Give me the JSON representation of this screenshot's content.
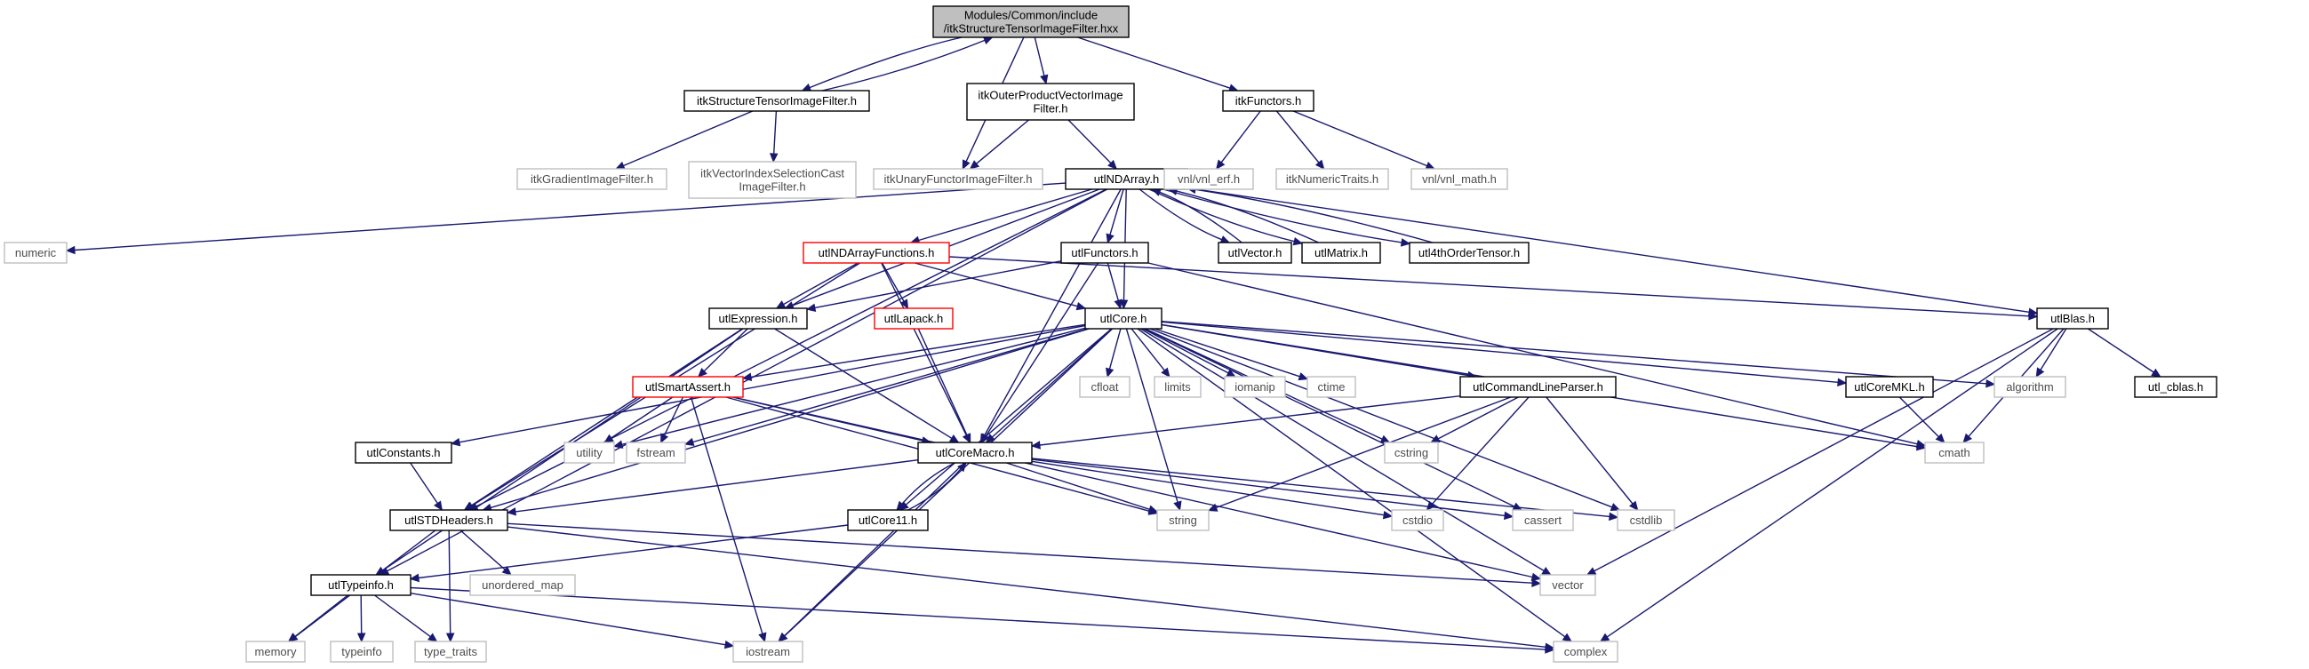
{
  "colors": {
    "edge": "#191970",
    "node_fill_root": "#bfbfbf",
    "node_fill": "#ffffff",
    "node_border_normal": "#000000",
    "node_border_truncated": "#ff0000",
    "node_border_external": "#bfbfbf",
    "text_normal": "#000000",
    "text_external": "#4d4d4d"
  },
  "nodes": [
    {
      "id": "root",
      "kind": "root",
      "lines": [
        "Modules/Common/include",
        "/itkStructureTensorImageFilter.hxx"
      ]
    },
    {
      "id": "stif",
      "kind": "normal",
      "lines": [
        "itkStructureTensorImageFilter.h"
      ]
    },
    {
      "id": "opvf",
      "kind": "normal",
      "lines": [
        "itkOuterProductVectorImage",
        "Filter.h"
      ]
    },
    {
      "id": "functors",
      "kind": "normal",
      "lines": [
        "itkFunctors.h"
      ]
    },
    {
      "id": "grad",
      "kind": "external",
      "lines": [
        "itkGradientImageFilter.h"
      ]
    },
    {
      "id": "visc",
      "kind": "external",
      "lines": [
        "itkVectorIndexSelectionCast",
        "ImageFilter.h"
      ]
    },
    {
      "id": "unary",
      "kind": "external",
      "lines": [
        "itkUnaryFunctorImageFilter.h"
      ]
    },
    {
      "id": "nda",
      "kind": "normal",
      "lines": [
        "utlNDArray.h"
      ]
    },
    {
      "id": "vnl_erf",
      "kind": "external",
      "lines": [
        "vnl/vnl_erf.h"
      ]
    },
    {
      "id": "numtraits",
      "kind": "external",
      "lines": [
        "itkNumericTraits.h"
      ]
    },
    {
      "id": "vnl_math",
      "kind": "external",
      "lines": [
        "vnl/vnl_math.h"
      ]
    },
    {
      "id": "numeric",
      "kind": "external",
      "lines": [
        "numeric"
      ]
    },
    {
      "id": "ndaf",
      "kind": "truncated",
      "lines": [
        "utlNDArrayFunctions.h"
      ]
    },
    {
      "id": "ufunctors",
      "kind": "normal",
      "lines": [
        "utlFunctors.h"
      ]
    },
    {
      "id": "uvector",
      "kind": "normal",
      "lines": [
        "utlVector.h"
      ]
    },
    {
      "id": "umatrix",
      "kind": "normal",
      "lines": [
        "utlMatrix.h"
      ]
    },
    {
      "id": "u4th",
      "kind": "normal",
      "lines": [
        "utl4thOrderTensor.h"
      ]
    },
    {
      "id": "uexpr",
      "kind": "normal",
      "lines": [
        "utlExpression.h"
      ]
    },
    {
      "id": "ulapack",
      "kind": "truncated",
      "lines": [
        "utlLapack.h"
      ]
    },
    {
      "id": "ucore",
      "kind": "normal",
      "lines": [
        "utlCore.h"
      ]
    },
    {
      "id": "ublas",
      "kind": "normal",
      "lines": [
        "utlBlas.h"
      ]
    },
    {
      "id": "usmart",
      "kind": "truncated",
      "lines": [
        "utlSmartAssert.h"
      ]
    },
    {
      "id": "cfloat",
      "kind": "external",
      "lines": [
        "cfloat"
      ]
    },
    {
      "id": "limits",
      "kind": "external",
      "lines": [
        "limits"
      ]
    },
    {
      "id": "iomanip",
      "kind": "external",
      "lines": [
        "iomanip"
      ]
    },
    {
      "id": "ctime",
      "kind": "external",
      "lines": [
        "ctime"
      ]
    },
    {
      "id": "ucmd",
      "kind": "normal",
      "lines": [
        "utlCommandLineParser.h"
      ]
    },
    {
      "id": "ucoremkl",
      "kind": "normal",
      "lines": [
        "utlCoreMKL.h"
      ]
    },
    {
      "id": "algorithm",
      "kind": "external",
      "lines": [
        "algorithm"
      ]
    },
    {
      "id": "ucblas",
      "kind": "normal",
      "lines": [
        "utl_cblas.h"
      ]
    },
    {
      "id": "uconst",
      "kind": "normal",
      "lines": [
        "utlConstants.h"
      ]
    },
    {
      "id": "utility",
      "kind": "external",
      "lines": [
        "utility"
      ]
    },
    {
      "id": "fstream",
      "kind": "external",
      "lines": [
        "fstream"
      ]
    },
    {
      "id": "ucoremacro",
      "kind": "normal",
      "lines": [
        "utlCoreMacro.h"
      ]
    },
    {
      "id": "cstring",
      "kind": "external",
      "lines": [
        "cstring"
      ]
    },
    {
      "id": "cmath",
      "kind": "external",
      "lines": [
        "cmath"
      ]
    },
    {
      "id": "ustd",
      "kind": "normal",
      "lines": [
        "utlSTDHeaders.h"
      ]
    },
    {
      "id": "ucore11",
      "kind": "normal",
      "lines": [
        "utlCore11.h"
      ]
    },
    {
      "id": "string",
      "kind": "external",
      "lines": [
        "string"
      ]
    },
    {
      "id": "cstdio",
      "kind": "external",
      "lines": [
        "cstdio"
      ]
    },
    {
      "id": "cassert",
      "kind": "external",
      "lines": [
        "cassert"
      ]
    },
    {
      "id": "cstdlib",
      "kind": "external",
      "lines": [
        "cstdlib"
      ]
    },
    {
      "id": "unordered_map",
      "kind": "external",
      "lines": [
        "unordered_map"
      ]
    },
    {
      "id": "utypeinfo",
      "kind": "normal",
      "lines": [
        "utlTypeinfo.h"
      ]
    },
    {
      "id": "vector",
      "kind": "external",
      "lines": [
        "vector"
      ]
    },
    {
      "id": "memory",
      "kind": "external",
      "lines": [
        "memory"
      ]
    },
    {
      "id": "typeinfo",
      "kind": "external",
      "lines": [
        "typeinfo"
      ]
    },
    {
      "id": "type_traits",
      "kind": "external",
      "lines": [
        "type_traits"
      ]
    },
    {
      "id": "iostream",
      "kind": "external",
      "lines": [
        "iostream"
      ]
    },
    {
      "id": "complex",
      "kind": "external",
      "lines": [
        "complex"
      ]
    }
  ],
  "edges": [
    [
      "root",
      "stif"
    ],
    [
      "root",
      "opvf"
    ],
    [
      "root",
      "functors"
    ],
    [
      "root",
      "unary"
    ],
    [
      "stif",
      "root"
    ],
    [
      "stif",
      "grad"
    ],
    [
      "stif",
      "visc"
    ],
    [
      "opvf",
      "unary"
    ],
    [
      "opvf",
      "nda"
    ],
    [
      "functors",
      "vnl_erf"
    ],
    [
      "functors",
      "numtraits"
    ],
    [
      "functors",
      "vnl_math"
    ],
    [
      "nda",
      "numeric"
    ],
    [
      "nda",
      "ndaf"
    ],
    [
      "nda",
      "ufunctors"
    ],
    [
      "nda",
      "uvector"
    ],
    [
      "nda",
      "umatrix"
    ],
    [
      "nda",
      "u4th"
    ],
    [
      "nda",
      "uexpr"
    ],
    [
      "nda",
      "ucore"
    ],
    [
      "nda",
      "ublas"
    ],
    [
      "nda",
      "ucoremacro"
    ],
    [
      "nda",
      "ustd"
    ],
    [
      "nda",
      "utypeinfo"
    ],
    [
      "uvector",
      "nda"
    ],
    [
      "umatrix",
      "nda"
    ],
    [
      "u4th",
      "nda"
    ],
    [
      "ndaf",
      "uexpr"
    ],
    [
      "ndaf",
      "ulapack"
    ],
    [
      "ndaf",
      "ucore"
    ],
    [
      "ndaf",
      "ublas"
    ],
    [
      "ndaf",
      "ucoremacro"
    ],
    [
      "ndaf",
      "ustd"
    ],
    [
      "ufunctors",
      "uexpr"
    ],
    [
      "ufunctors",
      "ucore"
    ],
    [
      "ufunctors",
      "ucoremacro"
    ],
    [
      "ufunctors",
      "cmath"
    ],
    [
      "uexpr",
      "usmart"
    ],
    [
      "uexpr",
      "ucoremacro"
    ],
    [
      "uexpr",
      "ustd"
    ],
    [
      "uexpr",
      "utypeinfo"
    ],
    [
      "ulapack",
      "ucoremacro"
    ],
    [
      "ucore",
      "usmart"
    ],
    [
      "ucore",
      "cfloat"
    ],
    [
      "ucore",
      "limits"
    ],
    [
      "ucore",
      "iomanip"
    ],
    [
      "ucore",
      "ctime"
    ],
    [
      "ucore",
      "ucmd"
    ],
    [
      "ucore",
      "ucoremkl"
    ],
    [
      "ucore",
      "algorithm"
    ],
    [
      "ucore",
      "uconst"
    ],
    [
      "ucore",
      "utility"
    ],
    [
      "ucore",
      "fstream"
    ],
    [
      "ucore",
      "ucoremacro"
    ],
    [
      "ucore",
      "cstring"
    ],
    [
      "ucore",
      "cmath"
    ],
    [
      "ucore",
      "ustd"
    ],
    [
      "ucore",
      "ucore11"
    ],
    [
      "ucore",
      "string"
    ],
    [
      "ucore",
      "cassert"
    ],
    [
      "ucore",
      "cstdlib"
    ],
    [
      "ucore",
      "vector"
    ],
    [
      "ucore",
      "iostream"
    ],
    [
      "ucore",
      "complex"
    ],
    [
      "ublas",
      "algorithm"
    ],
    [
      "ublas",
      "ucblas"
    ],
    [
      "ublas",
      "cmath"
    ],
    [
      "ublas",
      "vector"
    ],
    [
      "ublas",
      "complex"
    ],
    [
      "usmart",
      "utility"
    ],
    [
      "usmart",
      "fstream"
    ],
    [
      "usmart",
      "ucoremacro"
    ],
    [
      "usmart",
      "string"
    ],
    [
      "usmart",
      "vector"
    ],
    [
      "usmart",
      "iostream"
    ],
    [
      "ucmd",
      "ucoremacro"
    ],
    [
      "ucmd",
      "cstring"
    ],
    [
      "ucmd",
      "string"
    ],
    [
      "ucmd",
      "cstdio"
    ],
    [
      "ucmd",
      "cstdlib"
    ],
    [
      "ucoremkl",
      "cmath"
    ],
    [
      "uconst",
      "ustd"
    ],
    [
      "ucoremacro",
      "ustd"
    ],
    [
      "ucoremacro",
      "ucore11"
    ],
    [
      "ucoremacro",
      "string"
    ],
    [
      "ucoremacro",
      "cstdio"
    ],
    [
      "ucoremacro",
      "cassert"
    ],
    [
      "ucoremacro",
      "cstdlib"
    ],
    [
      "ucoremacro",
      "iostream"
    ],
    [
      "ucore11",
      "ucoremacro"
    ],
    [
      "ucore11",
      "utypeinfo"
    ],
    [
      "ustd",
      "unordered_map"
    ],
    [
      "ustd",
      "memory"
    ],
    [
      "ustd",
      "type_traits"
    ],
    [
      "ustd",
      "vector"
    ],
    [
      "ustd",
      "complex"
    ],
    [
      "utypeinfo",
      "memory"
    ],
    [
      "utypeinfo",
      "typeinfo"
    ],
    [
      "utypeinfo",
      "type_traits"
    ],
    [
      "utypeinfo",
      "iostream"
    ],
    [
      "utypeinfo",
      "complex"
    ]
  ]
}
